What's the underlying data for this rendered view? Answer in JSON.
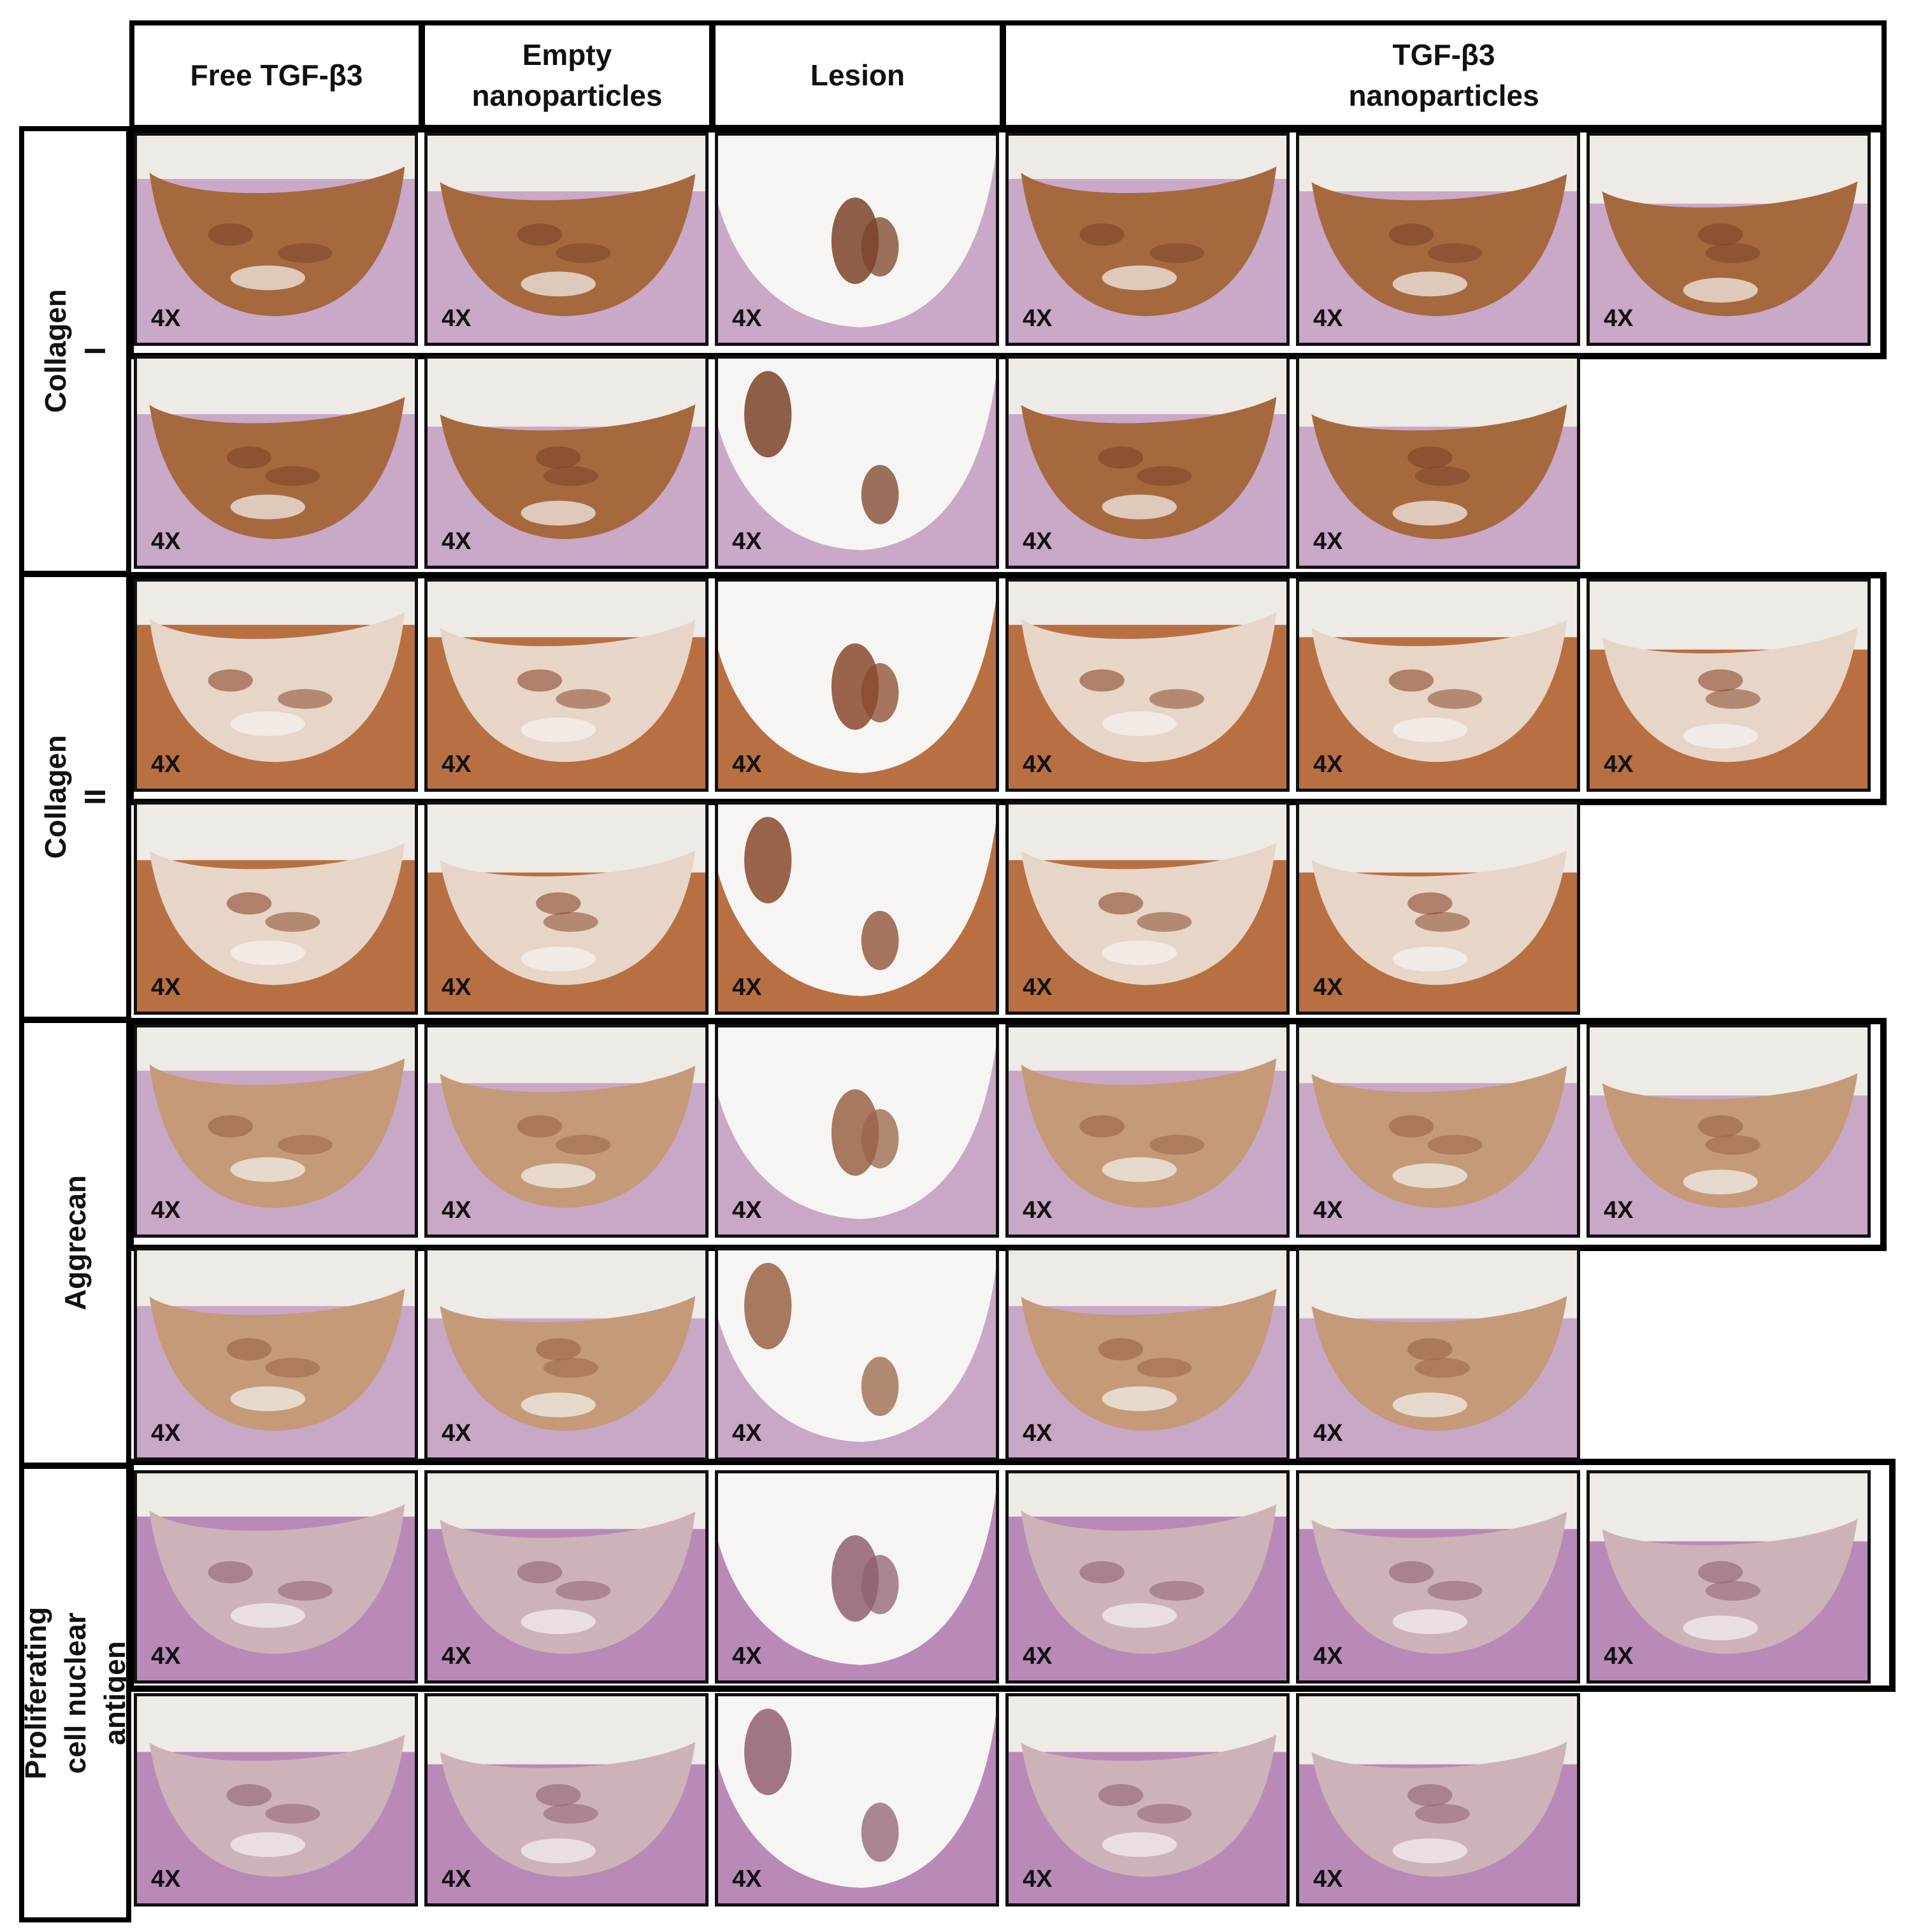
{
  "column_headers": [
    "Free TGF-β3",
    "Empty\nnanoparticles",
    "Lesion",
    "TGF-β3\nnanoparticles"
  ],
  "row_labels": [
    "Collagen I",
    "Collagen II",
    "Aggrecan",
    "Proliferating cell nuclear\nantigen"
  ],
  "magnification_label": "4X",
  "stains": [
    {
      "name": "Collagen I",
      "tissue": "#c9a8c8",
      "matrix": "#a6693e",
      "patch": "#7b4329"
    },
    {
      "name": "Collagen II",
      "tissue": "#b87042",
      "matrix": "#e7d5c8",
      "patch": "#8a4a2e"
    },
    {
      "name": "Aggrecan",
      "tissue": "#c9a7c6",
      "matrix": "#c49a78",
      "patch": "#9a6347"
    },
    {
      "name": "Proliferating cell nuclear antigen",
      "tissue": "#b98ab8",
      "matrix": "#cdb3b8",
      "patch": "#8f6070"
    }
  ]
}
